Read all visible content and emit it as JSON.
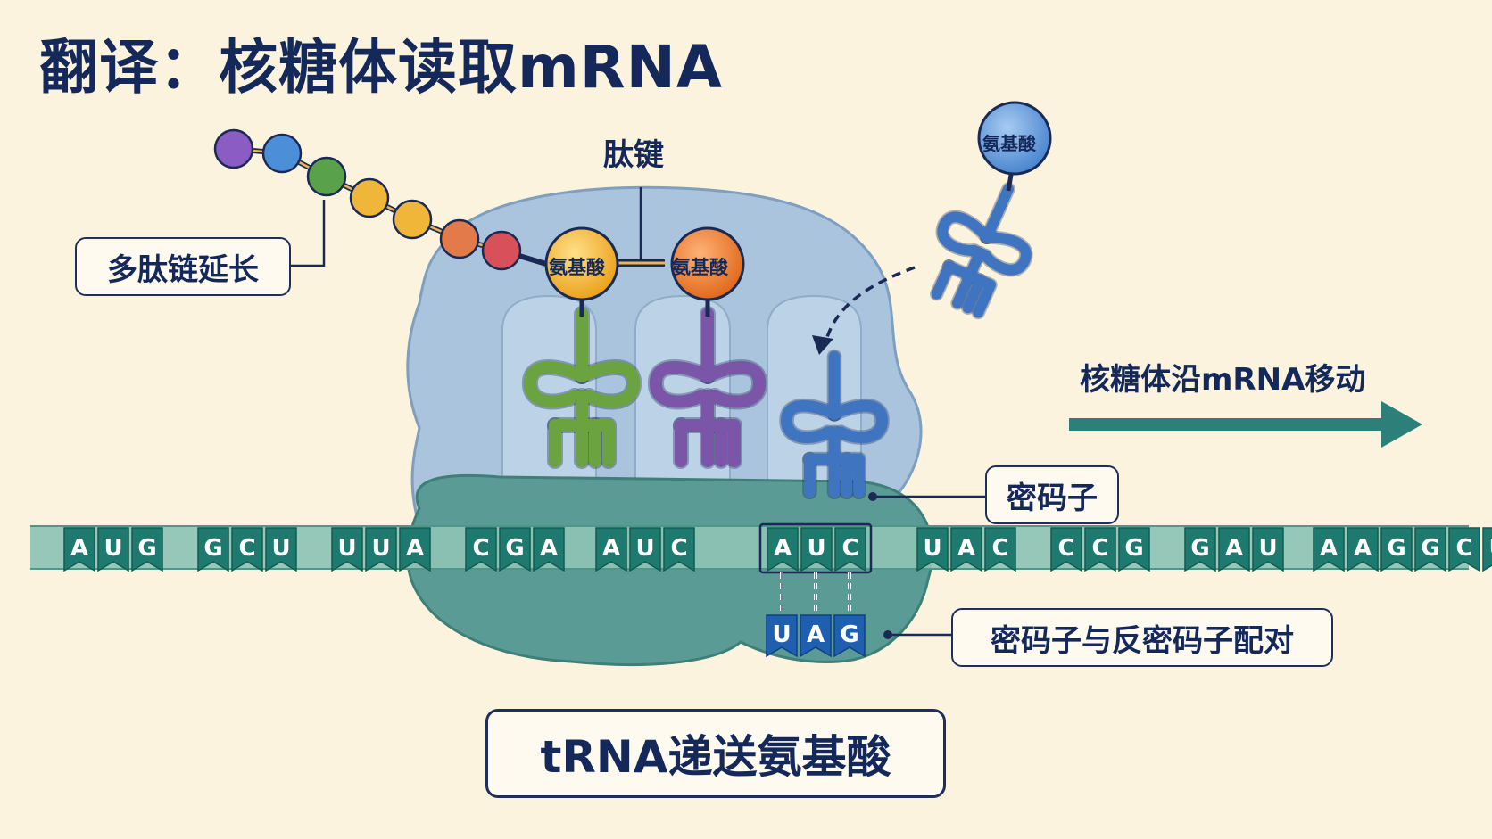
{
  "title": "翻译：核糖体读取mRNA",
  "labels": {
    "polypeptide": "多肽链延长",
    "peptide_bond": "肽键",
    "amino_acid": "氨基酸",
    "movement": "核糖体沿mRNA移动",
    "codon": "密码子",
    "pairing": "密码子与反密码子配对",
    "trna_delivers": "tRNA递送氨基酸"
  },
  "mrna_bases": [
    "A",
    "U",
    "G",
    "G",
    "C",
    "U",
    "U",
    "U",
    "A",
    "C",
    "G",
    "A",
    "A",
    "U",
    "C",
    "A",
    "U",
    "C",
    "U",
    "A",
    "C",
    "C",
    "C",
    "G",
    "G",
    "A",
    "U",
    "A",
    "A",
    "G",
    "G",
    "C",
    "U"
  ],
  "anticodon_bases": [
    "U",
    "A",
    "G"
  ],
  "colors": {
    "title": "#14295a",
    "background": "#fbf3de",
    "ribosome_large": "#a9c4dc",
    "ribosome_small": "#5b9b95",
    "mrna_band": "#8dc3b4",
    "mrna_tag": "#1e7a6e",
    "arrow": "#2d7f7a",
    "trna_green": "#6aa33f",
    "trna_purple": "#7a55a8",
    "trna_blue": "#3f74c0",
    "anticodon_tag": "#1f5fb0"
  },
  "icons": {
    "amino_acid": "circle-icon",
    "trna": "trna-cloverleaf-icon",
    "arrow": "right-arrow-icon"
  }
}
